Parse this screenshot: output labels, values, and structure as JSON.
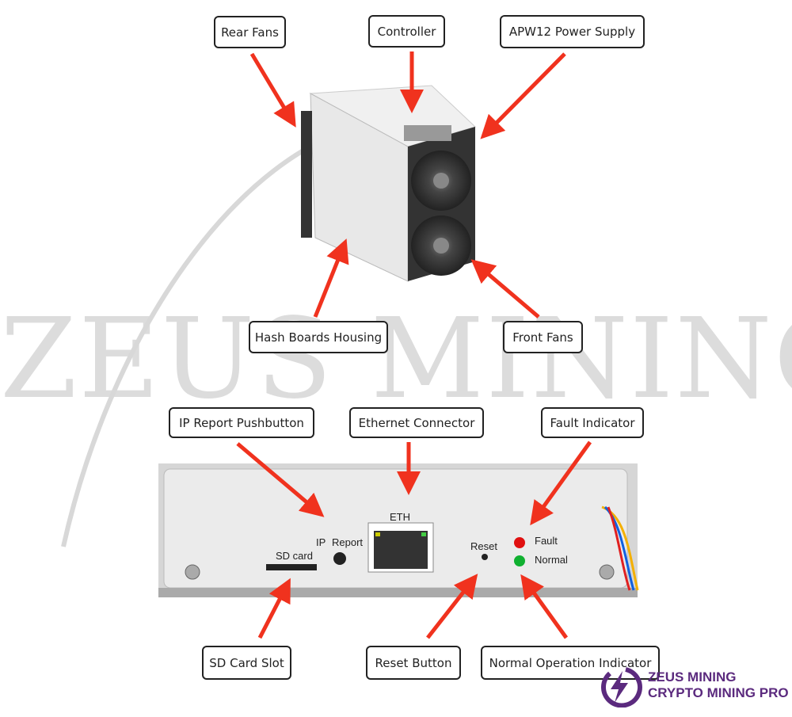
{
  "watermark": "ZEUS MINING",
  "labels": {
    "rear_fans": "Rear Fans",
    "controller": "Controller",
    "power_supply": "APW12 Power Supply",
    "hash_boards": "Hash Boards Housing",
    "front_fans": "Front Fans",
    "ip_report": "IP Report Pushbutton",
    "ethernet": "Ethernet Connector",
    "fault": "Fault Indicator",
    "sd_slot": "SD Card Slot",
    "reset": "Reset Button",
    "normal": "Normal Operation Indicator"
  },
  "panel": {
    "eth": "ETH",
    "ip": "IP",
    "report": "Report",
    "sd_card": "SD card",
    "reset": "Reset",
    "fault": "Fault",
    "normal": "Normal"
  },
  "logo": {
    "line1": "ZEUS MINING",
    "line2": "CRYPTO MINING PRO"
  },
  "colors": {
    "arrow": "#f0321e",
    "logo": "#5b2a7e",
    "fault_led": "#e01010",
    "normal_led": "#10b030"
  }
}
